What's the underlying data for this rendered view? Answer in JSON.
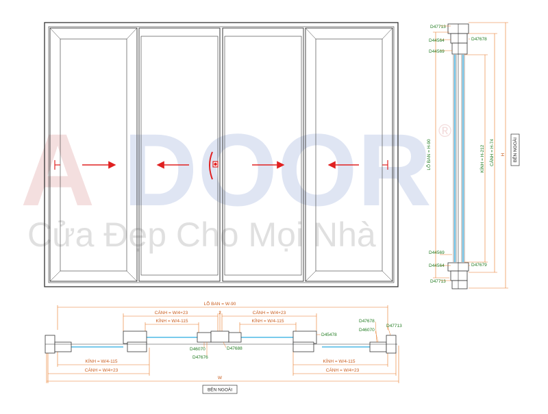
{
  "watermark": {
    "brand_a": "A",
    "brand_rest": "DOOR",
    "registered": "®",
    "tagline": "Cửa Đẹp Cho Mọi Nhà"
  },
  "side_section": {
    "profile_codes": {
      "top1": "D47713",
      "top2": "D44564",
      "top3": "D44569",
      "top_right": "D47678",
      "bottom1": "D44569",
      "bottom2": "D44564",
      "bottom3": "D47713",
      "bottom_right": "D47679"
    },
    "dim_lo_ban": "LỖ BAN = H-90",
    "dim_kinh": "KÍNH = H-212",
    "dim_canh": "CÁNH = H-74",
    "dim_h": "H",
    "outside_label": "BÊN NGOÀI"
  },
  "plan_section": {
    "dim_lo_ban": "LỖ BAN = W-90",
    "dim_canh_upper_left": "CÁNH = W/4+23",
    "dim_kinh_upper_left": "KÍNH = W/4-115",
    "dim_gap": "2",
    "dim_canh_upper_right": "CÁNH = W/4+23",
    "dim_kinh_upper_right": "KÍNH = W/4-115",
    "dim_kinh_lower_left": "KÍNH = W/4-115",
    "dim_canh_lower_left": "CÁNH = W/4+23",
    "dim_kinh_lower_right": "KÍNH = W/4-115",
    "dim_canh_lower_right": "CÁNH = W/4+23",
    "dim_w": "W",
    "profile_codes": {
      "d46070_center": "D46070",
      "d47676": "D47676",
      "d47688": "D47688",
      "d45478": "D45478",
      "d47678": "D47678",
      "d46070_right": "D46070",
      "d47713": "D47713"
    },
    "outside_label": "BÊN NGOÀI"
  },
  "colors": {
    "glass": "#4db8e6",
    "dimension": "#e87722",
    "label": "#1f7a1f",
    "arrow": "#e02020",
    "line": "#333333"
  }
}
